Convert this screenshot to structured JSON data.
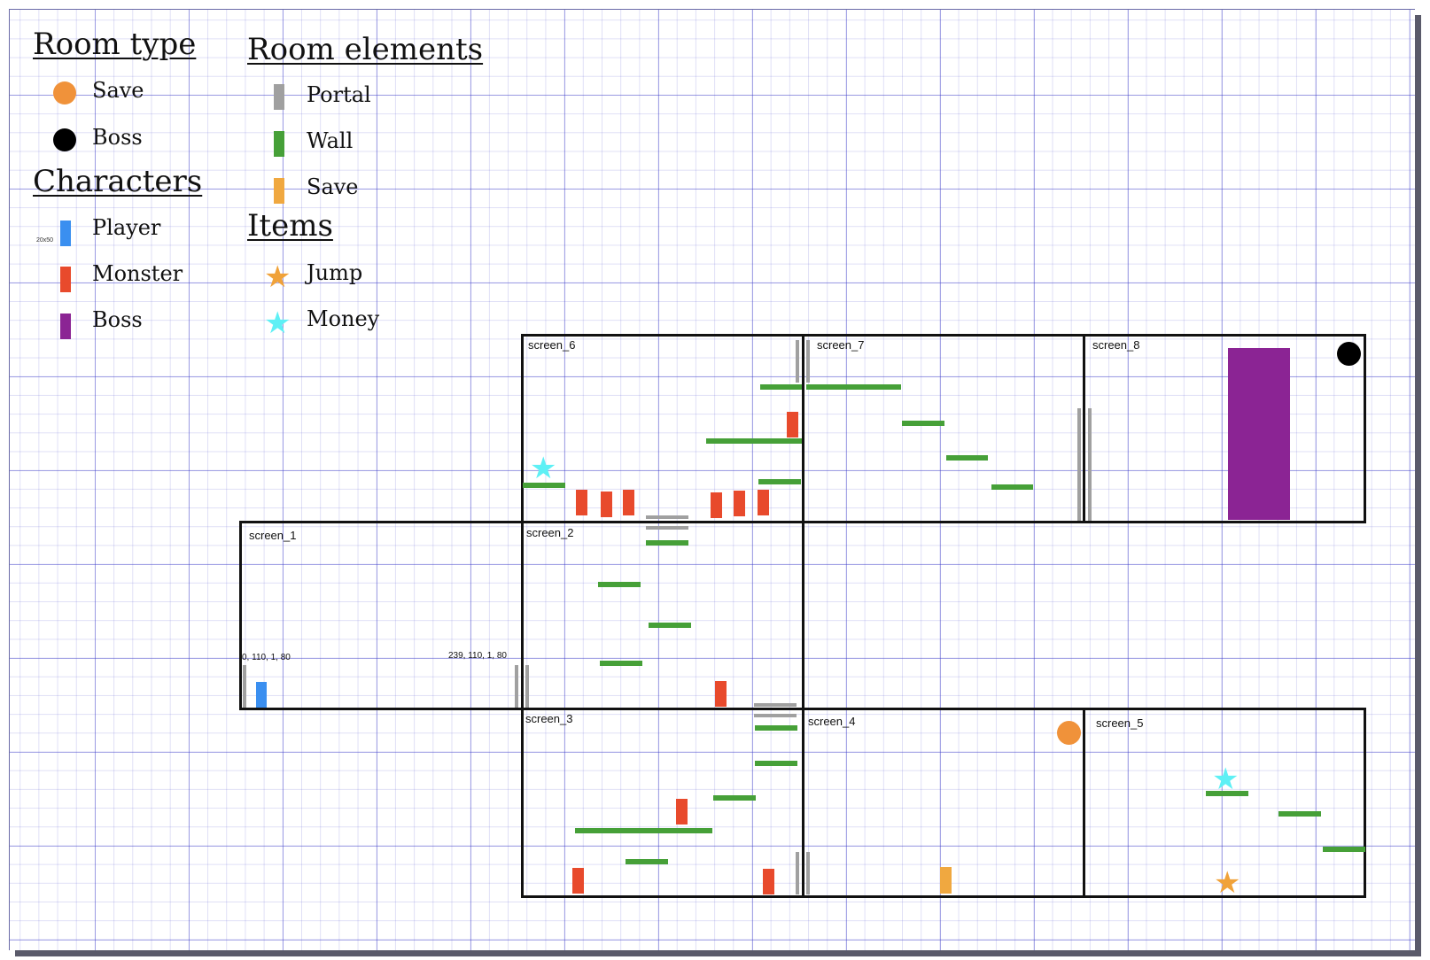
{
  "legend": {
    "room_type": {
      "title": "Room type",
      "items": [
        {
          "label": "Save",
          "color": "#f0923a",
          "shape": "circle"
        },
        {
          "label": "Boss",
          "color": "#000000",
          "shape": "circle"
        }
      ]
    },
    "characters": {
      "title": "Characters",
      "size_note": "20x50",
      "items": [
        {
          "label": "Player",
          "color": "#3a8ff0",
          "shape": "rect"
        },
        {
          "label": "Monster",
          "color": "#e84a2c",
          "shape": "rect"
        },
        {
          "label": "Boss",
          "color": "#8b2494",
          "shape": "rect"
        }
      ]
    },
    "room_elements": {
      "title": "Room elements",
      "items": [
        {
          "label": "Portal",
          "color": "#a0a0a0",
          "shape": "rect"
        },
        {
          "label": "Wall",
          "color": "#46a038",
          "shape": "rect"
        },
        {
          "label": "Save",
          "color": "#f0a840",
          "shape": "rect"
        }
      ]
    },
    "items": {
      "title": "Items",
      "items": [
        {
          "label": "Jump",
          "color": "#f0a23a",
          "shape": "star"
        },
        {
          "label": "Money",
          "color": "#5ef0f5",
          "shape": "star"
        }
      ]
    }
  },
  "screens": {
    "screen_1": "screen_1",
    "screen_2": "screen_2",
    "screen_3": "screen_3",
    "screen_4": "screen_4",
    "screen_5": "screen_5",
    "screen_6": "screen_6",
    "screen_7": "screen_7",
    "screen_8": "screen_8"
  },
  "portal_labels": {
    "left": "0, 110, 1, 80",
    "right": "239, 110, 1, 80"
  }
}
